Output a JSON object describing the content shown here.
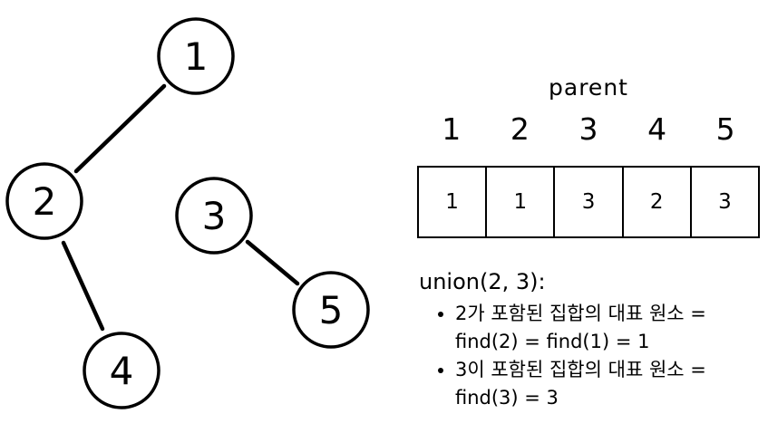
{
  "colors": {
    "ink": "#000000",
    "background": "#ffffff"
  },
  "tree": {
    "nodes": [
      {
        "id": 1,
        "label": "1"
      },
      {
        "id": 2,
        "label": "2"
      },
      {
        "id": 3,
        "label": "3"
      },
      {
        "id": 4,
        "label": "4"
      },
      {
        "id": 5,
        "label": "5"
      }
    ],
    "edges": [
      {
        "from": 1,
        "to": 2
      },
      {
        "from": 2,
        "to": 4
      },
      {
        "from": 3,
        "to": 5
      }
    ]
  },
  "parent_array": {
    "title": "parent",
    "indices": [
      "1",
      "2",
      "3",
      "4",
      "5"
    ],
    "values": [
      "1",
      "1",
      "3",
      "2",
      "3"
    ]
  },
  "union_block": {
    "heading": "union(2, 3):",
    "steps": [
      {
        "line1": "2가 포함된 집합의 대표 원소 =",
        "line2": "find(2) = find(1) = 1"
      },
      {
        "line1": "3이 포함된 집합의 대표 원소 =",
        "line2": "find(3) = 3"
      }
    ]
  }
}
